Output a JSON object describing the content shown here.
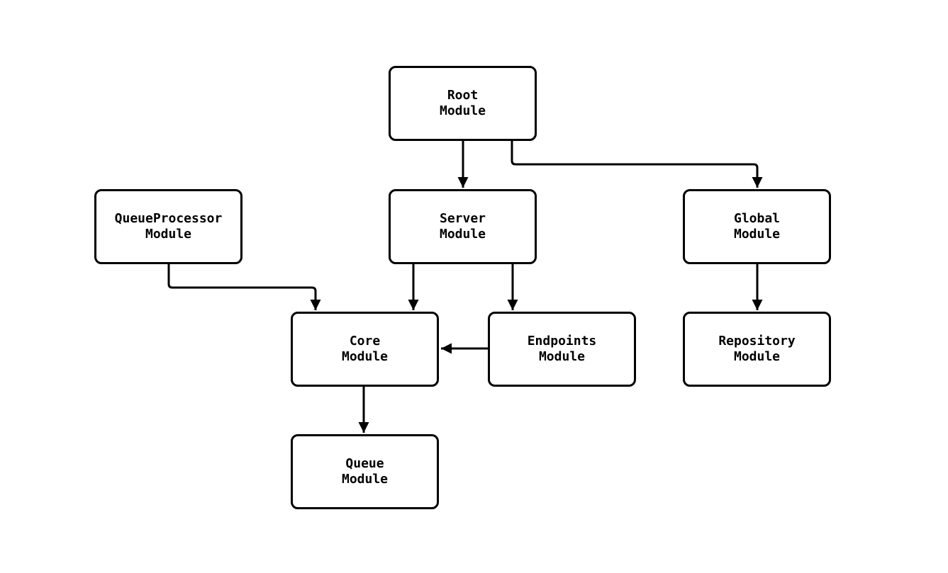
{
  "diagram": {
    "background_color": "#ffffff",
    "line_color": "#000000",
    "node_fill_color": "#ffffff",
    "nodes": [
      {
        "id": "root",
        "label": "Root\nModule"
      },
      {
        "id": "queue-processor",
        "label": "QueueProcessor\nModule"
      },
      {
        "id": "server",
        "label": "Server\nModule"
      },
      {
        "id": "global",
        "label": "Global\nModule"
      },
      {
        "id": "core",
        "label": "Core\nModule"
      },
      {
        "id": "endpoints",
        "label": "Endpoints\nModule"
      },
      {
        "id": "repository",
        "label": "Repository\nModule"
      },
      {
        "id": "queue",
        "label": "Queue\nModule"
      }
    ],
    "edges": [
      {
        "from": "root",
        "to": "server"
      },
      {
        "from": "root",
        "to": "global"
      },
      {
        "from": "queue-processor",
        "to": "core"
      },
      {
        "from": "server",
        "to": "core"
      },
      {
        "from": "server",
        "to": "endpoints"
      },
      {
        "from": "endpoints",
        "to": "core"
      },
      {
        "from": "global",
        "to": "repository"
      },
      {
        "from": "core",
        "to": "queue"
      }
    ]
  }
}
